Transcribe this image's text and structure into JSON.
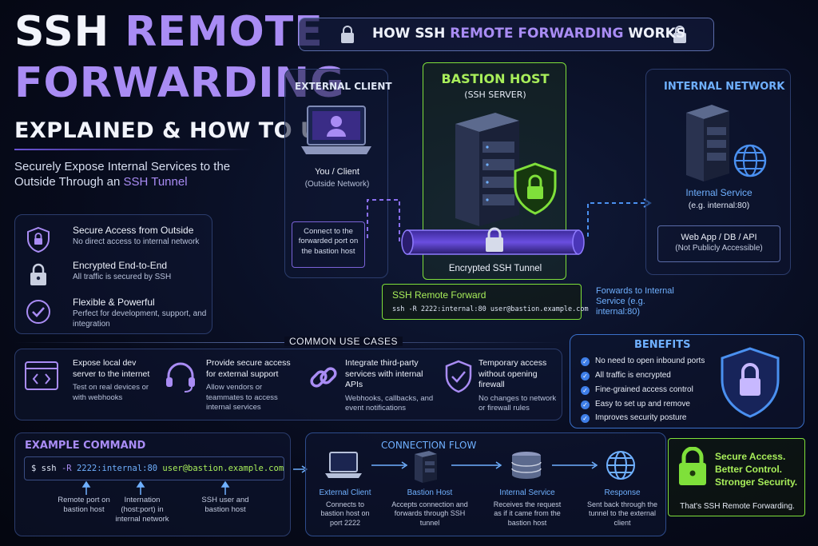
{
  "title": {
    "line1_a": "SSH",
    "line1_b": "REMOTE",
    "line2": "FORWARDING",
    "line3": "EXPLAINED & HOW TO USE",
    "subtitle_a": "Securely Expose Internal Services to the Outside Through an",
    "subtitle_b": "SSH Tunnel"
  },
  "features": [
    {
      "title": "Secure Access from Outside",
      "desc": "No direct access to internal network",
      "icon": "shield-lock-icon"
    },
    {
      "title": "Encrypted End-to-End",
      "desc": "All traffic is secured by SSH",
      "icon": "padlock-icon"
    },
    {
      "title": "Flexible & Powerful",
      "desc": "Perfect for development, support, and integration",
      "icon": "check-circle-icon"
    }
  ],
  "banner": {
    "pre": "HOW SSH",
    "accent": "REMOTE FORWARDING",
    "post": "WORKS"
  },
  "diagram": {
    "external": {
      "title": "EXTERNAL CLIENT",
      "label": "You / Client",
      "sub": "(Outside Network)",
      "note": "Connect to the forwarded port on the bastion host"
    },
    "bastion": {
      "title": "BASTION HOST",
      "sub": "(SSH SERVER)",
      "tunnel": "Encrypted SSH Tunnel"
    },
    "internal": {
      "title": "INTERNAL NETWORK",
      "label": "Internal Service",
      "sub": "(e.g. internal:80)",
      "box_line1": "Web App / DB / API",
      "box_line2": "(Not Publicly Accessible)"
    },
    "command": {
      "title": "SSH Remote Forward",
      "code": "ssh -R 2222:internal:80 user@bastion.example.com"
    },
    "forwards_note": "Forwards to Internal Service (e.g. internal:80)"
  },
  "use_cases": {
    "title": "COMMON USE CASES",
    "items": [
      {
        "title": "Expose local dev server to the internet",
        "desc": "Test on real devices or with webhooks",
        "icon": "code-window-icon"
      },
      {
        "title": "Provide secure access for external support",
        "desc": "Allow vendors or teammates to access internal services",
        "icon": "headset-icon"
      },
      {
        "title": "Integrate third-party services with internal APIs",
        "desc": "Webhooks, callbacks, and event notifications",
        "icon": "link-icon"
      },
      {
        "title": "Temporary access without opening firewall",
        "desc": "No changes to network or firewall rules",
        "icon": "shield-check-icon"
      }
    ]
  },
  "benefits": {
    "title": "BENEFITS",
    "items": [
      "No need to open inbound ports",
      "All traffic is encrypted",
      "Fine-grained access control",
      "Easy to set up and remove",
      "Improves security posture"
    ]
  },
  "example": {
    "title": "EXAMPLE COMMAND",
    "prompt": "$",
    "cmd": "ssh",
    "flag": "-R",
    "spec": "2222:internal:80",
    "target": "user@bastion.example.com",
    "notes": [
      "Remote port on bastion host",
      "Internation (host:port) in internal network",
      "SSH user and bastion host"
    ]
  },
  "flow": {
    "title": "CONNECTION FLOW",
    "steps": [
      {
        "title": "External Client",
        "desc": "Connects to bastion host on port 2222"
      },
      {
        "title": "Bastion Host",
        "desc": "Accepts connection and forwards through SSH tunnel"
      },
      {
        "title": "Internal Service",
        "desc": "Receives the request as if it came from the bastion host"
      },
      {
        "title": "Response",
        "desc": "Sent back through the tunnel to the external client"
      }
    ]
  },
  "summary": {
    "line1": "Secure Access.",
    "line2": "Better Control.",
    "line3": "Stronger Security.",
    "footer": "That's SSH Remote Forwarding."
  },
  "colors": {
    "accent_purple": "#a98cf4",
    "accent_green": "#7fe03a",
    "accent_blue": "#6fb0ff",
    "background": "#070b1c"
  }
}
